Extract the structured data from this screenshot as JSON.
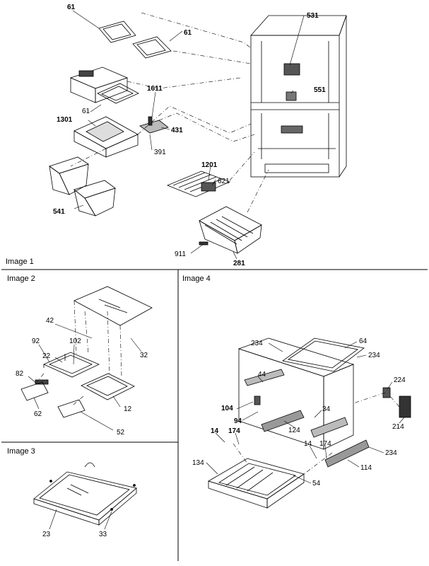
{
  "panels": [
    {
      "id": "p1",
      "title": "Image 1",
      "callouts": [
        "61",
        "61",
        "531",
        "551",
        "61",
        "1611",
        "1301",
        "431",
        "391",
        "1201",
        "621",
        "541",
        "911",
        "281"
      ]
    },
    {
      "id": "p2",
      "title": "Image 2",
      "callouts": [
        "42",
        "32",
        "92",
        "102",
        "22",
        "82",
        "12",
        "62",
        "52"
      ]
    },
    {
      "id": "p3",
      "title": "Image 3",
      "callouts": [
        "23",
        "33"
      ]
    },
    {
      "id": "p4",
      "title": "Image 4",
      "callouts": [
        "234",
        "64",
        "234",
        "44",
        "224",
        "104",
        "34",
        "94",
        "124",
        "214",
        "14",
        "174",
        "14",
        "174",
        "234",
        "134",
        "114",
        "54"
      ]
    }
  ]
}
